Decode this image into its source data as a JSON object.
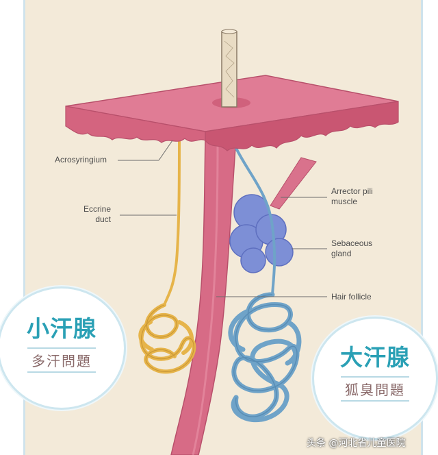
{
  "labels": {
    "acrosyringium": "Acrosyringium",
    "eccrine_duct_line1": "Eccrine",
    "eccrine_duct_line2": "duct",
    "arrector_line1": "Arrector pili",
    "arrector_line2": "muscle",
    "sebaceous_line1": "Sebaceous",
    "sebaceous_line2": "gland",
    "hair_follicle": "Hair follicle"
  },
  "badges": {
    "eccrine_title": "小汗腺",
    "eccrine_subtitle": "多汗問題",
    "apocrine_title": "大汗腺",
    "apocrine_subtitle": "狐臭問題"
  },
  "watermark": "头条 @河北省儿童医院",
  "colors": {
    "skin_top": "#e07c95",
    "skin_side": "#d4647f",
    "follicle": "#d76b86",
    "eccrine_gland": "#e6b44a",
    "apocrine_gland": "#6fa3c8",
    "sebaceous": "#7d8fd6",
    "badge_text": "#2aa0b5",
    "background": "#f3ead9"
  }
}
